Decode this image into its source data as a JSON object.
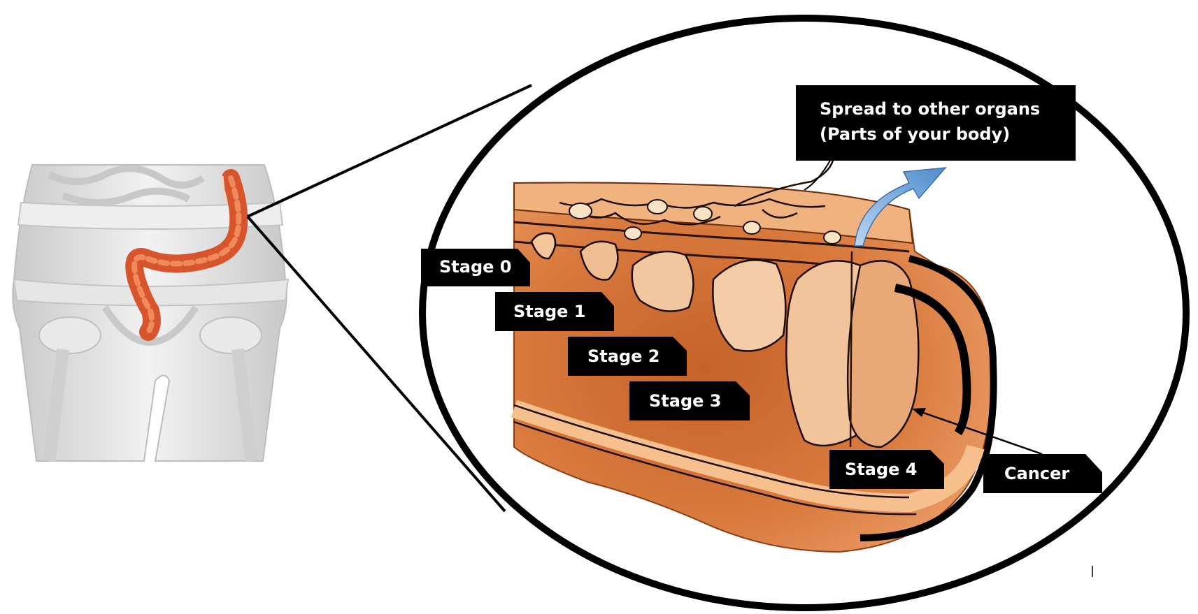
{
  "labels": {
    "spread_line1": "Spread to other organs",
    "spread_line2": "(Parts of your body)",
    "stage0": "Stage 0",
    "stage1": "Stage 1",
    "stage2": "Stage 2",
    "stage3": "Stage 3",
    "stage4": "Stage 4",
    "cancer": "Cancer"
  },
  "colors": {
    "label_bg": "#000000",
    "label_text": "#ffffff",
    "tissue_outer": "#e8915a",
    "tissue_inner": "#c8662e",
    "tissue_light": "#f4c79a",
    "tumor": "#f0c59c",
    "colon": "#d5542c",
    "arrow": "#6aa3d8",
    "body": "#e3e3e3"
  },
  "icons": {
    "torso": "torso-with-colon-illustration",
    "arrow": "spread-arrow-icon"
  }
}
